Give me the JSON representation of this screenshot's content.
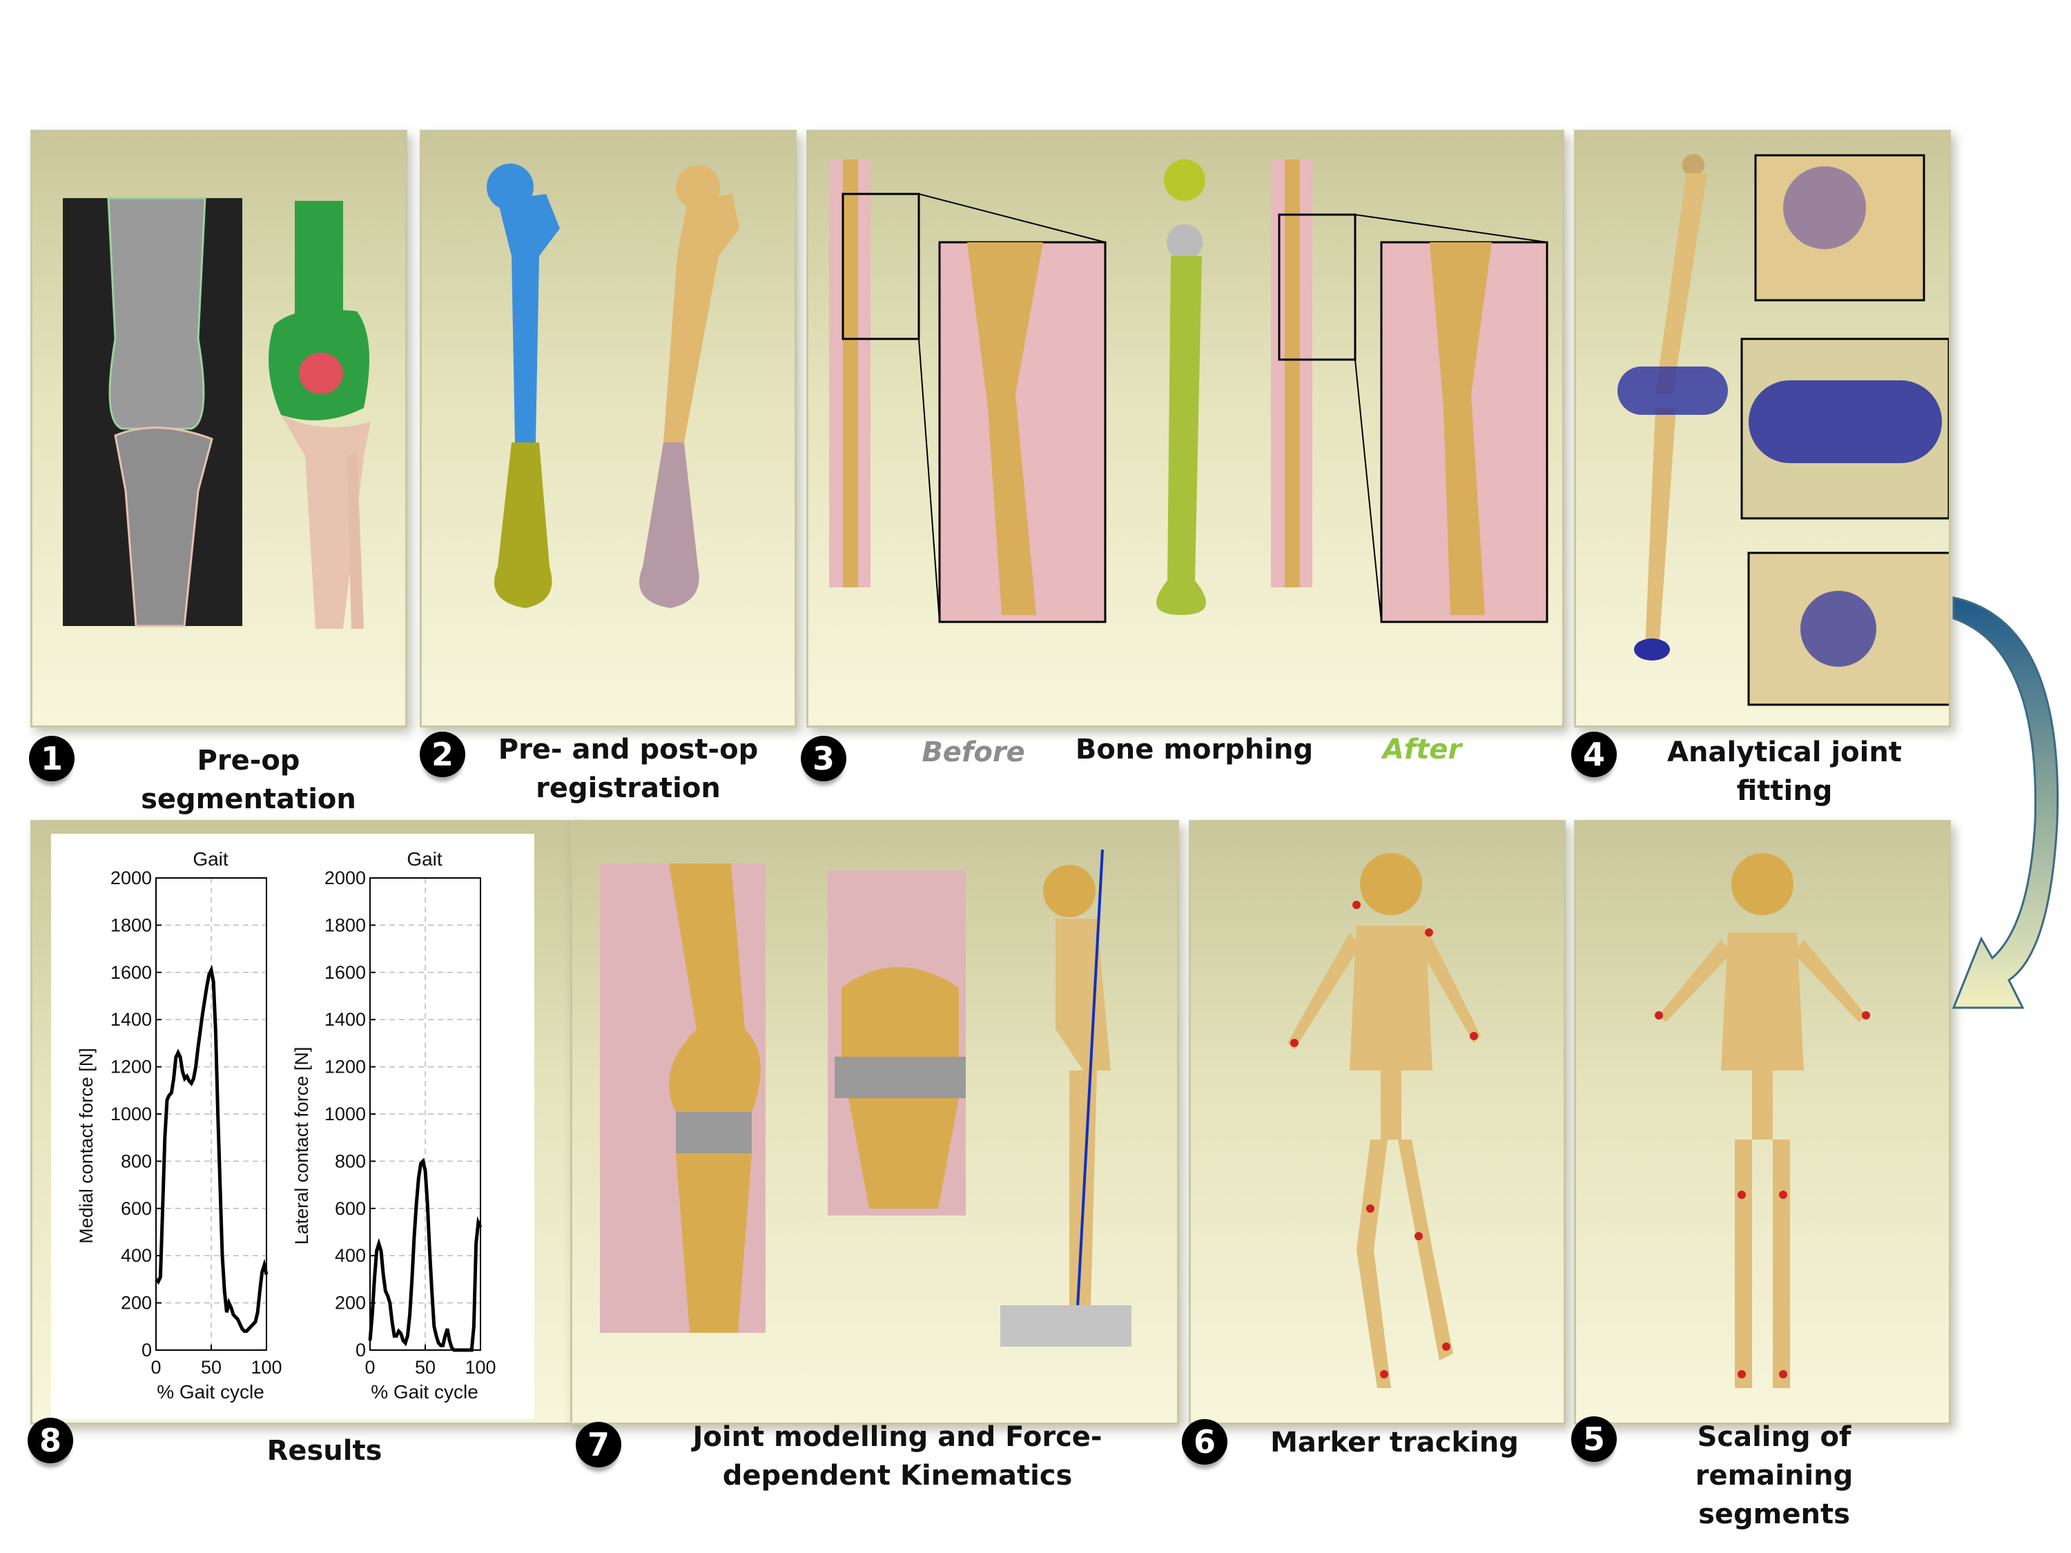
{
  "steps": [
    {
      "number": "1",
      "label": "Pre-op segmentation"
    },
    {
      "number": "2",
      "label": "Pre- and post-op registration"
    },
    {
      "number": "3",
      "label": "Bone morphing",
      "before": "Before",
      "after": "After"
    },
    {
      "number": "4",
      "label": "Analytical joint fitting"
    },
    {
      "number": "5",
      "label": "Scaling of remaining segments"
    },
    {
      "number": "6",
      "label": "Marker tracking"
    },
    {
      "number": "7",
      "label": "Joint modelling and Force-dependent Kinematics"
    },
    {
      "number": "8",
      "label": "Results"
    }
  ],
  "chart_data": [
    {
      "type": "line",
      "title": "Gait",
      "xlabel": "% Gait cycle",
      "ylabel": "Medial contact force [N]",
      "xlim": [
        0,
        100
      ],
      "ylim": [
        0,
        2000
      ],
      "xticks": [
        0,
        50,
        100
      ],
      "yticks": [
        0,
        200,
        400,
        600,
        800,
        1000,
        1200,
        1400,
        1600,
        1800,
        2000
      ],
      "grid": true,
      "series": [
        {
          "x": [
            0,
            2,
            4,
            6,
            8,
            10,
            12,
            14,
            16,
            18,
            20,
            22,
            24,
            26,
            28,
            30,
            32,
            34,
            36,
            38,
            40,
            42,
            44,
            46,
            48,
            50,
            52,
            54,
            56,
            58,
            60,
            62,
            64,
            66,
            68,
            70,
            72,
            74,
            76,
            78,
            80,
            82,
            84,
            86,
            88,
            90,
            92,
            94,
            96,
            98,
            100
          ],
          "y": [
            300,
            290,
            310,
            600,
            900,
            1060,
            1080,
            1090,
            1150,
            1240,
            1260,
            1240,
            1180,
            1150,
            1160,
            1140,
            1130,
            1150,
            1200,
            1280,
            1350,
            1420,
            1480,
            1540,
            1590,
            1610,
            1560,
            1350,
            1000,
            700,
            400,
            250,
            160,
            200,
            180,
            150,
            140,
            130,
            110,
            90,
            80,
            80,
            90,
            100,
            110,
            120,
            160,
            250,
            330,
            360,
            320
          ]
        }
      ]
    },
    {
      "type": "line",
      "title": "Gait",
      "xlabel": "% Gait cycle",
      "ylabel": "Lateral contact force [N]",
      "xlim": [
        0,
        100
      ],
      "ylim": [
        0,
        2000
      ],
      "xticks": [
        0,
        50,
        100
      ],
      "yticks": [
        0,
        200,
        400,
        600,
        800,
        1000,
        1200,
        1400,
        1600,
        1800,
        2000
      ],
      "grid": true,
      "series": [
        {
          "x": [
            0,
            2,
            4,
            6,
            8,
            10,
            12,
            14,
            16,
            18,
            20,
            22,
            24,
            26,
            28,
            30,
            32,
            34,
            36,
            38,
            40,
            42,
            44,
            46,
            48,
            50,
            52,
            54,
            56,
            58,
            60,
            62,
            64,
            66,
            68,
            70,
            72,
            74,
            76,
            78,
            80,
            82,
            84,
            86,
            88,
            90,
            92,
            94,
            96,
            98,
            100
          ],
          "y": [
            40,
            150,
            300,
            420,
            450,
            420,
            320,
            250,
            230,
            200,
            120,
            60,
            60,
            80,
            70,
            40,
            30,
            60,
            150,
            300,
            480,
            620,
            730,
            790,
            800,
            760,
            620,
            420,
            250,
            100,
            60,
            30,
            20,
            20,
            60,
            90,
            40,
            10,
            0,
            0,
            0,
            0,
            0,
            0,
            0,
            0,
            0,
            100,
            450,
            540,
            520
          ]
        }
      ]
    }
  ]
}
